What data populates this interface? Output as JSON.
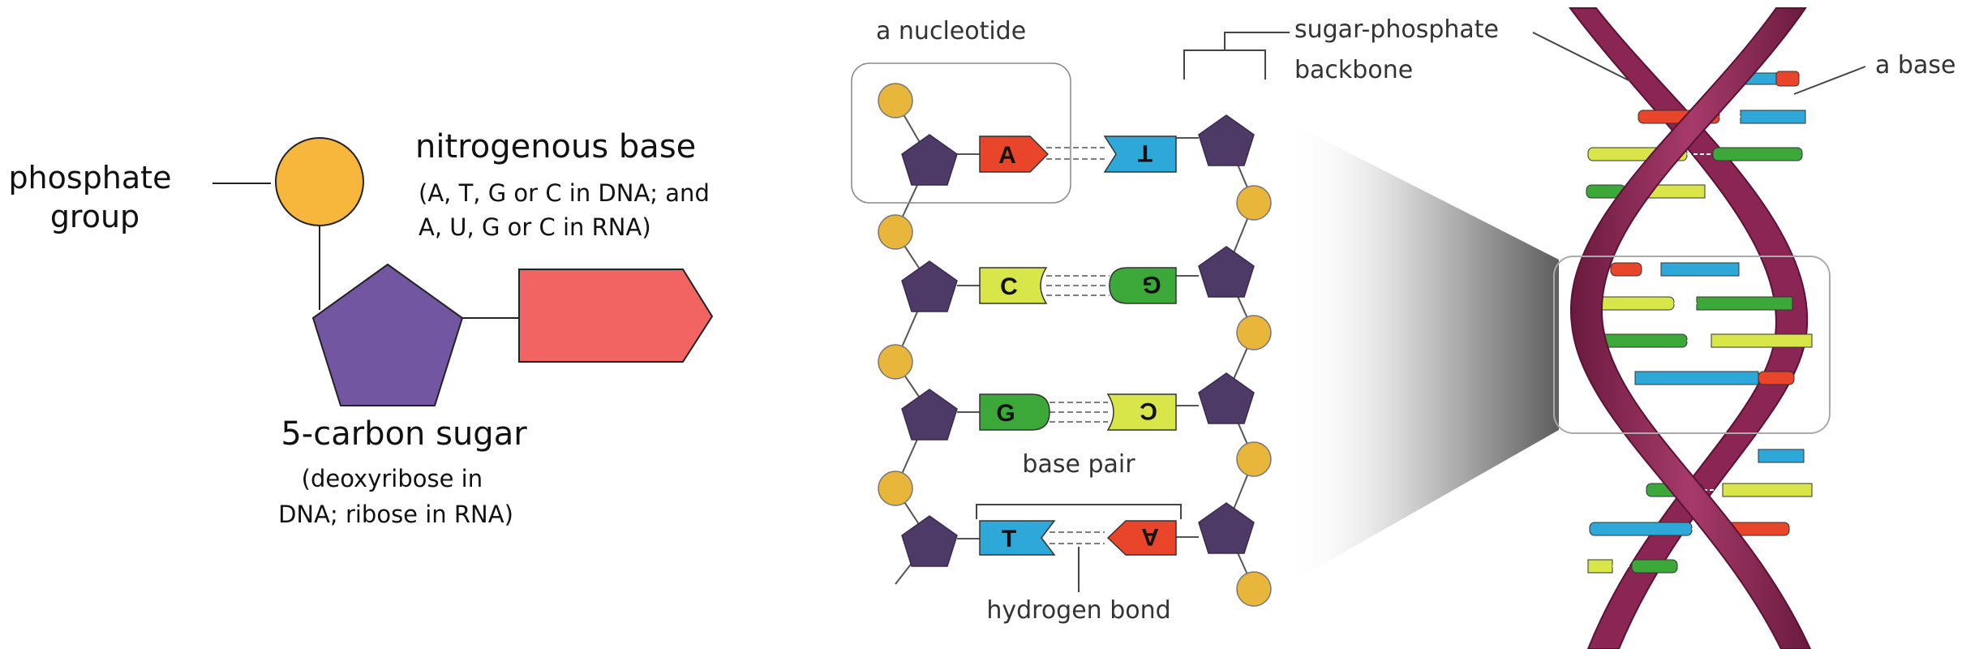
{
  "left_panel": {
    "phosphate_label": [
      "phosphate",
      "group"
    ],
    "base_title": "nitrogenous base",
    "base_note": [
      "(A, T, G or C in DNA; and",
      "A, U, G or C in RNA)"
    ],
    "sugar_title": "5-carbon sugar",
    "sugar_note": [
      "(deoxyribose in",
      "DNA; ribose in RNA)"
    ]
  },
  "ladder": {
    "nucleotide_label": "a nucleotide",
    "backbone_label": [
      "sugar-phosphate",
      "backbone"
    ],
    "base_pair_label": "base pair",
    "hydrogen_bond_label": "hydrogen bond",
    "rungs": [
      {
        "left": "A",
        "right": "T"
      },
      {
        "left": "C",
        "right": "G"
      },
      {
        "left": "G",
        "right": "C"
      },
      {
        "left": "T",
        "right": "A"
      }
    ]
  },
  "helix": {
    "base_label": "a base"
  },
  "colors": {
    "phosphate": "#f6b73c",
    "sugar_left": "#7356a1",
    "base_left": "#f16462",
    "sugar_dark": "#4e3a66",
    "phosphate_dark": "#e8b63a",
    "base_A": "#e8452a",
    "base_T": "#2ea8d8",
    "base_C": "#d8e64a",
    "base_G": "#3da83a",
    "helix": "#8a2554"
  }
}
